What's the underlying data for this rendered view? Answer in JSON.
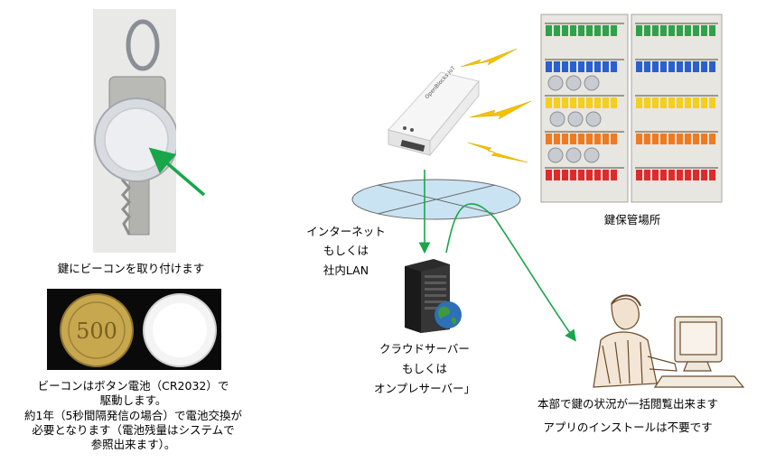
{
  "captions": {
    "attach": "鍵にビーコンを取り付けます",
    "battery": [
      "ビーコンはボタン電池（CR2032）で",
      "駆動します。",
      "約1年（5秒間隔発信の場合）で電池交換が",
      "必要となります（電池残量はシステムで",
      "参照出来ます）。"
    ],
    "network": [
      "インターネット",
      "もしくは",
      "社内LAN"
    ],
    "server": [
      "クラウドサーバー",
      "もしくは",
      "オンプレサーバー」"
    ],
    "storage": "鍵保管場所",
    "hq": "本部で鍵の状況が一括閲覧出来ます",
    "no_install": "アプリのインストールは不要です"
  },
  "device_label": "OpenBlocks IoT",
  "coin_label": "500",
  "colors": {
    "arrow_green": "#19a64a",
    "signal_yellow": "#f2c200",
    "tag_rows": [
      "#2ea24a",
      "#2a5fd0",
      "#f3cf1e",
      "#f07a1f",
      "#e02a2a"
    ],
    "network_fill": "#c9e3f3"
  },
  "icons": [
    "green-arrow-icon",
    "signal-bolt-icon",
    "server-icon",
    "globe-icon",
    "gateway-device-icon",
    "person-at-computer-icon",
    "beacon-icon",
    "coin-icon"
  ]
}
